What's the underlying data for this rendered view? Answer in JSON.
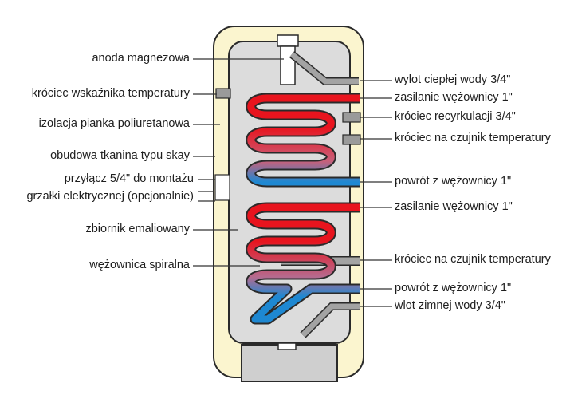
{
  "colors": {
    "insulation": "#fbf5cf",
    "tank": "#dcdcdc",
    "outline": "#2a2a2a",
    "hot": "#e8141e",
    "cold": "#1e88d2",
    "fitting": "#9a9a9a",
    "leader": "#333333"
  },
  "labels_left": [
    {
      "text": "anoda magnezowa"
    },
    {
      "text": "króciec wskaźnika temperatury"
    },
    {
      "text": "izolacja pianka poliuretanowa"
    },
    {
      "text": "obudowa tkanina typu skay"
    },
    {
      "line1": "przyłącz 5/4\" do montażu",
      "line2": "grzałki elektrycznej (opcjonalnie)"
    },
    {
      "text": "zbiornik emaliowany"
    },
    {
      "text": "wężownica spiralna"
    }
  ],
  "labels_right": [
    {
      "text": "wylot ciepłej wody 3/4\""
    },
    {
      "text": "zasilanie wężownicy 1\""
    },
    {
      "text": "króciec recyrkulacji 3/4\""
    },
    {
      "text": "króciec na czujnik temperatury"
    },
    {
      "text": "powrót z wężownicy 1\""
    },
    {
      "text": "zasilanie wężownicy 1\""
    },
    {
      "text": "króciec na czujnik temperatury"
    },
    {
      "text": "powrót z wężownicy 1\""
    },
    {
      "text": "wlot zimnej wody 3/4\""
    }
  ]
}
